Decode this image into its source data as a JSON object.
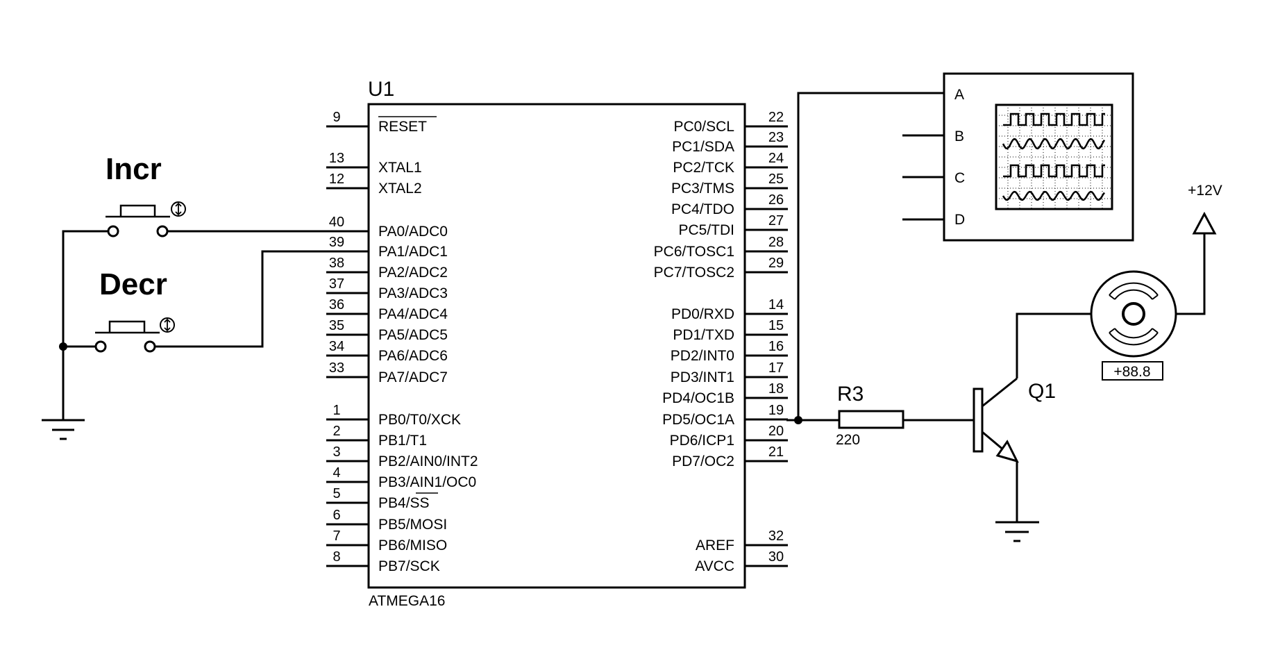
{
  "mcu": {
    "ref": "U1",
    "part": "ATMEGA16",
    "left_pins": [
      {
        "num": "9",
        "label": "RESET"
      },
      {
        "num": "13",
        "label": "XTAL1"
      },
      {
        "num": "12",
        "label": "XTAL2"
      },
      {
        "num": "40",
        "label": "PA0/ADC0"
      },
      {
        "num": "39",
        "label": "PA1/ADC1"
      },
      {
        "num": "38",
        "label": "PA2/ADC2"
      },
      {
        "num": "37",
        "label": "PA3/ADC3"
      },
      {
        "num": "36",
        "label": "PA4/ADC4"
      },
      {
        "num": "35",
        "label": "PA5/ADC5"
      },
      {
        "num": "34",
        "label": "PA6/ADC6"
      },
      {
        "num": "33",
        "label": "PA7/ADC7"
      },
      {
        "num": "1",
        "label": "PB0/T0/XCK"
      },
      {
        "num": "2",
        "label": "PB1/T1"
      },
      {
        "num": "3",
        "label": "PB2/AIN0/INT2"
      },
      {
        "num": "4",
        "label": "PB3/AIN1/OC0"
      },
      {
        "num": "5",
        "label": "PB4/SS"
      },
      {
        "num": "6",
        "label": "PB5/MOSI"
      },
      {
        "num": "7",
        "label": "PB6/MISO"
      },
      {
        "num": "8",
        "label": "PB7/SCK"
      }
    ],
    "right_pins": [
      {
        "num": "22",
        "label": "PC0/SCL"
      },
      {
        "num": "23",
        "label": "PC1/SDA"
      },
      {
        "num": "24",
        "label": "PC2/TCK"
      },
      {
        "num": "25",
        "label": "PC3/TMS"
      },
      {
        "num": "26",
        "label": "PC4/TDO"
      },
      {
        "num": "27",
        "label": "PC5/TDI"
      },
      {
        "num": "28",
        "label": "PC6/TOSC1"
      },
      {
        "num": "29",
        "label": "PC7/TOSC2"
      },
      {
        "num": "14",
        "label": "PD0/RXD"
      },
      {
        "num": "15",
        "label": "PD1/TXD"
      },
      {
        "num": "16",
        "label": "PD2/INT0"
      },
      {
        "num": "17",
        "label": "PD3/INT1"
      },
      {
        "num": "18",
        "label": "PD4/OC1B"
      },
      {
        "num": "19",
        "label": "PD5/OC1A"
      },
      {
        "num": "20",
        "label": "PD6/ICP1"
      },
      {
        "num": "21",
        "label": "PD7/OC2"
      },
      {
        "num": "32",
        "label": "AREF"
      },
      {
        "num": "30",
        "label": "AVCC"
      }
    ]
  },
  "buttons": {
    "incr_label": "Incr",
    "decr_label": "Decr"
  },
  "resistor": {
    "ref": "R3",
    "value": "220"
  },
  "transistor": {
    "ref": "Q1"
  },
  "supply": {
    "label": "+12V"
  },
  "motor": {
    "readout": "+88.8"
  },
  "scope": {
    "channels": [
      "A",
      "B",
      "C",
      "D"
    ]
  }
}
